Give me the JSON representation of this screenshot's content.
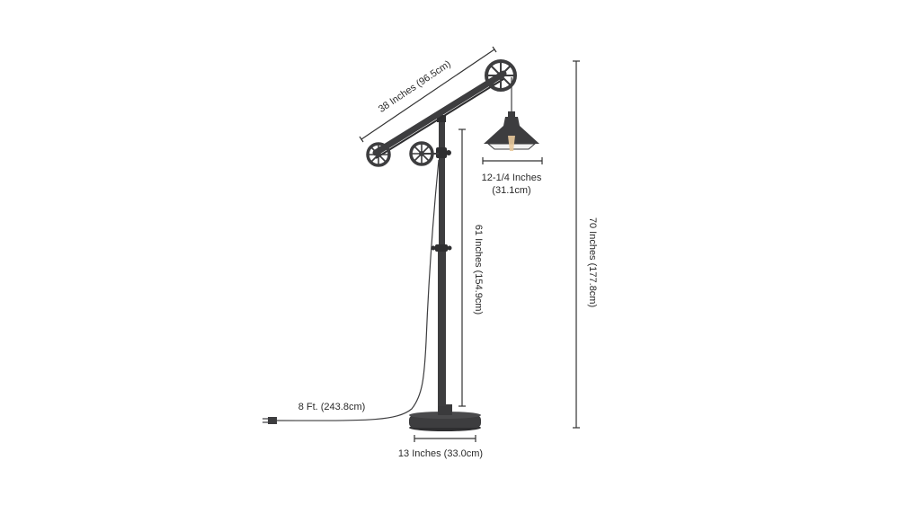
{
  "dimensions": {
    "arm_length": "38 Inches (96.5cm)",
    "shade_width_line1": "12-1/4 Inches",
    "shade_width_line2": "(31.1cm)",
    "pole_height": "61 Inches (154.9cm)",
    "total_height": "70 Inches (177.8cm)",
    "cord_length": "8 Ft. (243.8cm)",
    "base_width": "13 Inches (33.0cm)"
  },
  "colors": {
    "metal": "#3d3d3f",
    "shade_inner": "#f2f2f2",
    "bulb_glow": "#e8c89a",
    "background": "#ffffff"
  }
}
